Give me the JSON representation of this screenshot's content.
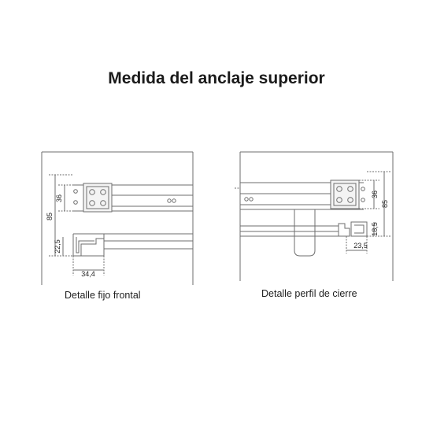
{
  "title": "Medida del anclaje superior",
  "captions": {
    "left": "Detalle fijo frontal",
    "right": "Detalle perfil de cierre"
  },
  "dimensions": {
    "left": {
      "d36": "36",
      "d85": "85",
      "d22_5": "22,5",
      "d34_4": "34,4"
    },
    "right": {
      "d36": "36",
      "d85": "85",
      "d18_5": "18,5",
      "d23_5": "23,5"
    }
  },
  "colors": {
    "line": "#6e6e6e",
    "text": "#1f1f1f",
    "fill": "#e9e9e9"
  }
}
